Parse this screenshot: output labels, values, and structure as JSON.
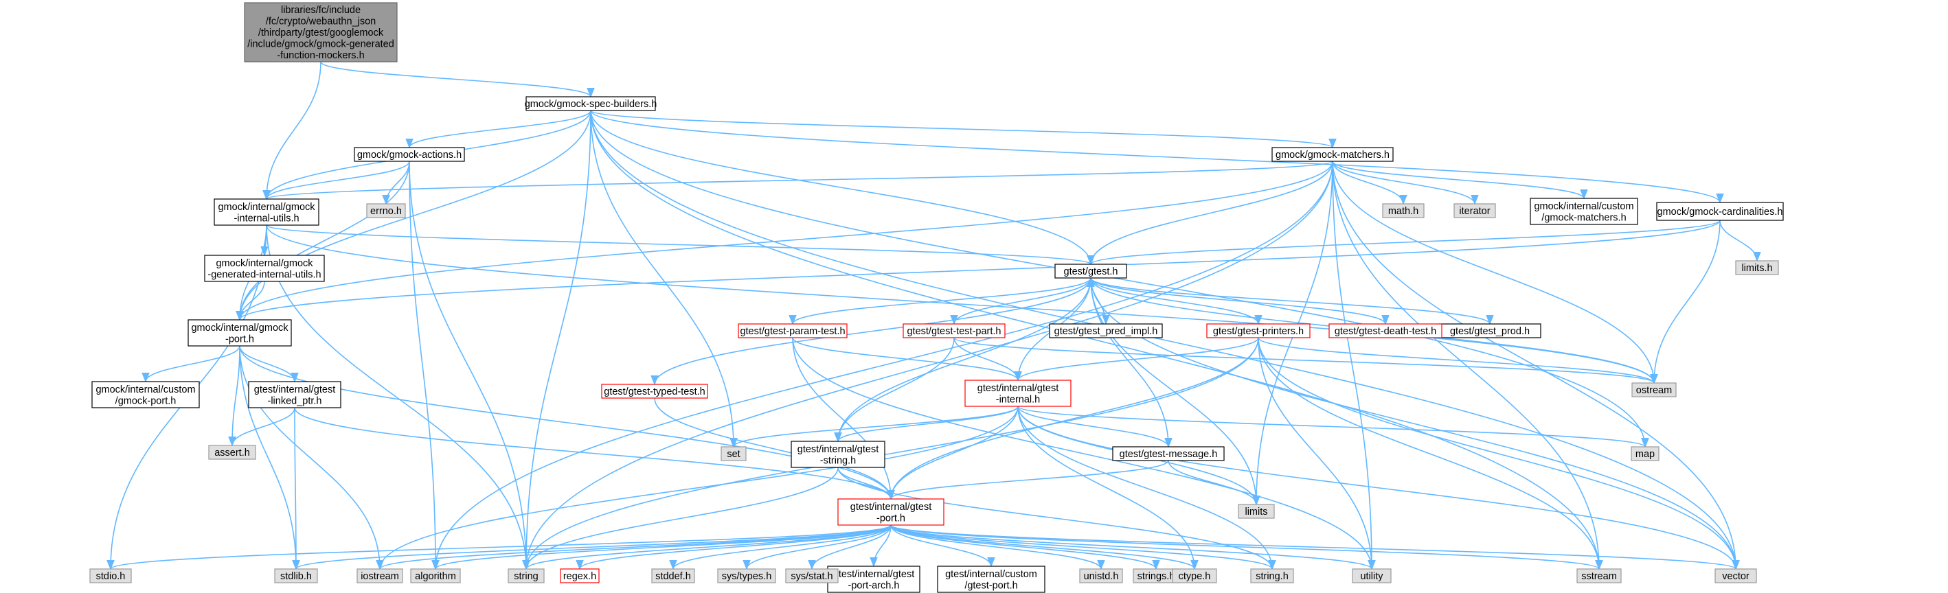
{
  "colors": {
    "edge": "#63b8ff",
    "focus_fill": "#999999",
    "focus_border": "#666666",
    "plain_fill": "#ffffff",
    "plain_border": "#000000",
    "system_fill": "#e0e0e0",
    "system_border": "#999999",
    "truncated_fill": "#ffffff",
    "truncated_border": "#ff0000"
  },
  "nodes": {
    "root": [
      "libraries/fc/include",
      "/fc/crypto/webauthn_json",
      "/thirdparty/gtest/googlemock",
      "/include/gmock/gmock-generated",
      "-function-mockers.h"
    ],
    "spec_builders": [
      "gmock/gmock-spec-builders.h"
    ],
    "actions": [
      "gmock/gmock-actions.h"
    ],
    "matchers": [
      "gmock/gmock-matchers.h"
    ],
    "cardinalities": [
      "gmock/gmock-cardinalities.h"
    ],
    "internal_utils": [
      "gmock/internal/gmock",
      "-internal-utils.h"
    ],
    "gen_internal_utils": [
      "gmock/internal/gmock",
      "-generated-internal-utils.h"
    ],
    "gmock_port": [
      "gmock/internal/gmock",
      "-port.h"
    ],
    "custom_gmock_port": [
      "gmock/internal/custom",
      "/gmock-port.h"
    ],
    "linked_ptr": [
      "gtest/internal/gtest",
      "-linked_ptr.h"
    ],
    "gtest_h": [
      "gtest/gtest.h"
    ],
    "pred_impl": [
      "gtest/gtest_pred_impl.h"
    ],
    "gtest_prod": [
      "gtest/gtest_prod.h"
    ],
    "param_test": [
      "gtest/gtest-param-test.h"
    ],
    "test_part": [
      "gtest/gtest-test-part.h"
    ],
    "printers": [
      "gtest/gtest-printers.h"
    ],
    "death_test": [
      "gtest/gtest-death-test.h"
    ],
    "typed_test": [
      "gtest/gtest-typed-test.h"
    ],
    "gtest_internal": [
      "gtest/internal/gtest",
      "-internal.h"
    ],
    "gtest_string": [
      "gtest/internal/gtest",
      "-string.h"
    ],
    "gtest_message": [
      "gtest/gtest-message.h"
    ],
    "gtest_port": [
      "gtest/internal/gtest",
      "-port.h"
    ],
    "port_arch": [
      "gtest/internal/gtest",
      "-port-arch.h"
    ],
    "custom_gtest_port": [
      "gtest/internal/custom",
      "/gtest-port.h"
    ],
    "custom_matchers": [
      "gmock/internal/custom",
      "/gmock-matchers.h"
    ],
    "errno_h": [
      "errno.h"
    ],
    "math_h": [
      "math.h"
    ],
    "iterator": [
      "iterator"
    ],
    "limits_h": [
      "limits.h"
    ],
    "ostream": [
      "ostream"
    ],
    "set": [
      "set"
    ],
    "map": [
      "map"
    ],
    "limits": [
      "limits"
    ],
    "assert_h": [
      "assert.h"
    ],
    "stdio_h": [
      "stdio.h"
    ],
    "stdlib_h": [
      "stdlib.h"
    ],
    "iostream": [
      "iostream"
    ],
    "algorithm": [
      "algorithm"
    ],
    "string": [
      "string"
    ],
    "regex_h": [
      "regex.h"
    ],
    "stddef_h": [
      "stddef.h"
    ],
    "sys_types_h": [
      "sys/types.h"
    ],
    "sys_stat_h": [
      "sys/stat.h"
    ],
    "unistd_h": [
      "unistd.h"
    ],
    "strings_h": [
      "strings.h"
    ],
    "ctype_h": [
      "ctype.h"
    ],
    "string_h": [
      "string.h"
    ],
    "utility": [
      "utility"
    ],
    "sstream": [
      "sstream"
    ],
    "vector": [
      "vector"
    ]
  }
}
